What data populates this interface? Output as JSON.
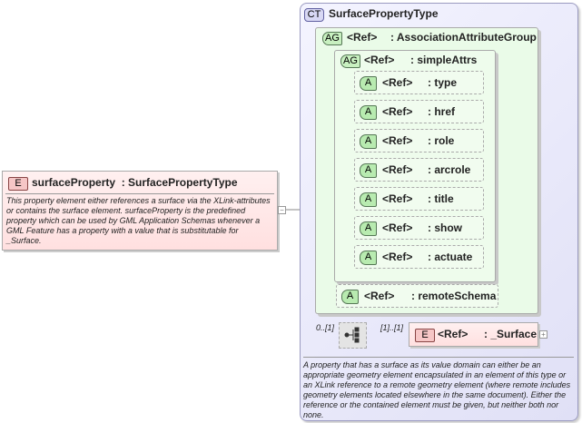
{
  "element": {
    "badge": "E",
    "name": "surfaceProperty",
    "type": ": SurfacePropertyType",
    "doc": "This property element either references a surface via the XLink-attributes or contains the surface element. surfaceProperty is the predefined property which can be used by GML Application Schemas whenever a GML Feature has a property with a value that is substitutable for _Surface.",
    "collapse": "−"
  },
  "complex_type": {
    "badge": "CT",
    "name": "SurfacePropertyType",
    "doc": "A property that has a surface as its value domain can either be an appropriate geometry element encapsulated in an element of this type or an XLink reference to a remote geometry element (where remote includes geometry elements located elsewhere in the same document). Either the reference or the contained element must be given, but neither both nor none."
  },
  "outer_group": {
    "badge": "AG",
    "ref": "<Ref>",
    "name": ": AssociationAttributeGroup"
  },
  "inner_group": {
    "badge": "AG",
    "ref": "<Ref>",
    "name": ": simpleAttrs"
  },
  "attributes": [
    {
      "badge": "A",
      "ref": "<Ref>",
      "name": ": type"
    },
    {
      "badge": "A",
      "ref": "<Ref>",
      "name": ": href"
    },
    {
      "badge": "A",
      "ref": "<Ref>",
      "name": ": role"
    },
    {
      "badge": "A",
      "ref": "<Ref>",
      "name": ": arcrole"
    },
    {
      "badge": "A",
      "ref": "<Ref>",
      "name": ": title"
    },
    {
      "badge": "A",
      "ref": "<Ref>",
      "name": ": show"
    },
    {
      "badge": "A",
      "ref": "<Ref>",
      "name": ": actuate"
    }
  ],
  "remote_schema": {
    "badge": "A",
    "ref": "<Ref>",
    "name": ": remoteSchema"
  },
  "sequence": {
    "occurs": "0..[1]",
    "icon": "sequence-icon"
  },
  "surface": {
    "occurs": "[1]..[1]",
    "badge": "E",
    "ref": "<Ref>",
    "name": ": _Surface",
    "expand": "+"
  }
}
